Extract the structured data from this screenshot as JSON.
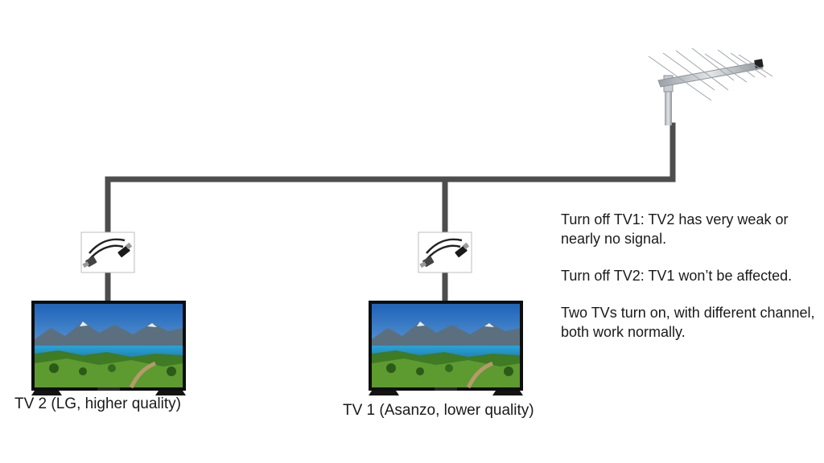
{
  "tv2": {
    "label": "TV 2 (LG, higher quality)"
  },
  "tv1": {
    "label": "TV 1 (Asanzo, lower quality)"
  },
  "notes": [
    "Turn off TV1: TV2 has very weak or nearly no signal.",
    "Turn off TV2: TV1 won’t be affected.",
    "Two TVs turn on, with different channel, both work normally."
  ],
  "colors": {
    "cable": "#4d4d4d",
    "antenna": "#b8bcc0",
    "tv_frame": "#111111",
    "sky": "#2f7fd1",
    "lake": "#1f8fc8",
    "grass": "#4f8a2a"
  },
  "icons": [
    "antenna-icon",
    "coax-adapter-icon",
    "tv-icon"
  ]
}
